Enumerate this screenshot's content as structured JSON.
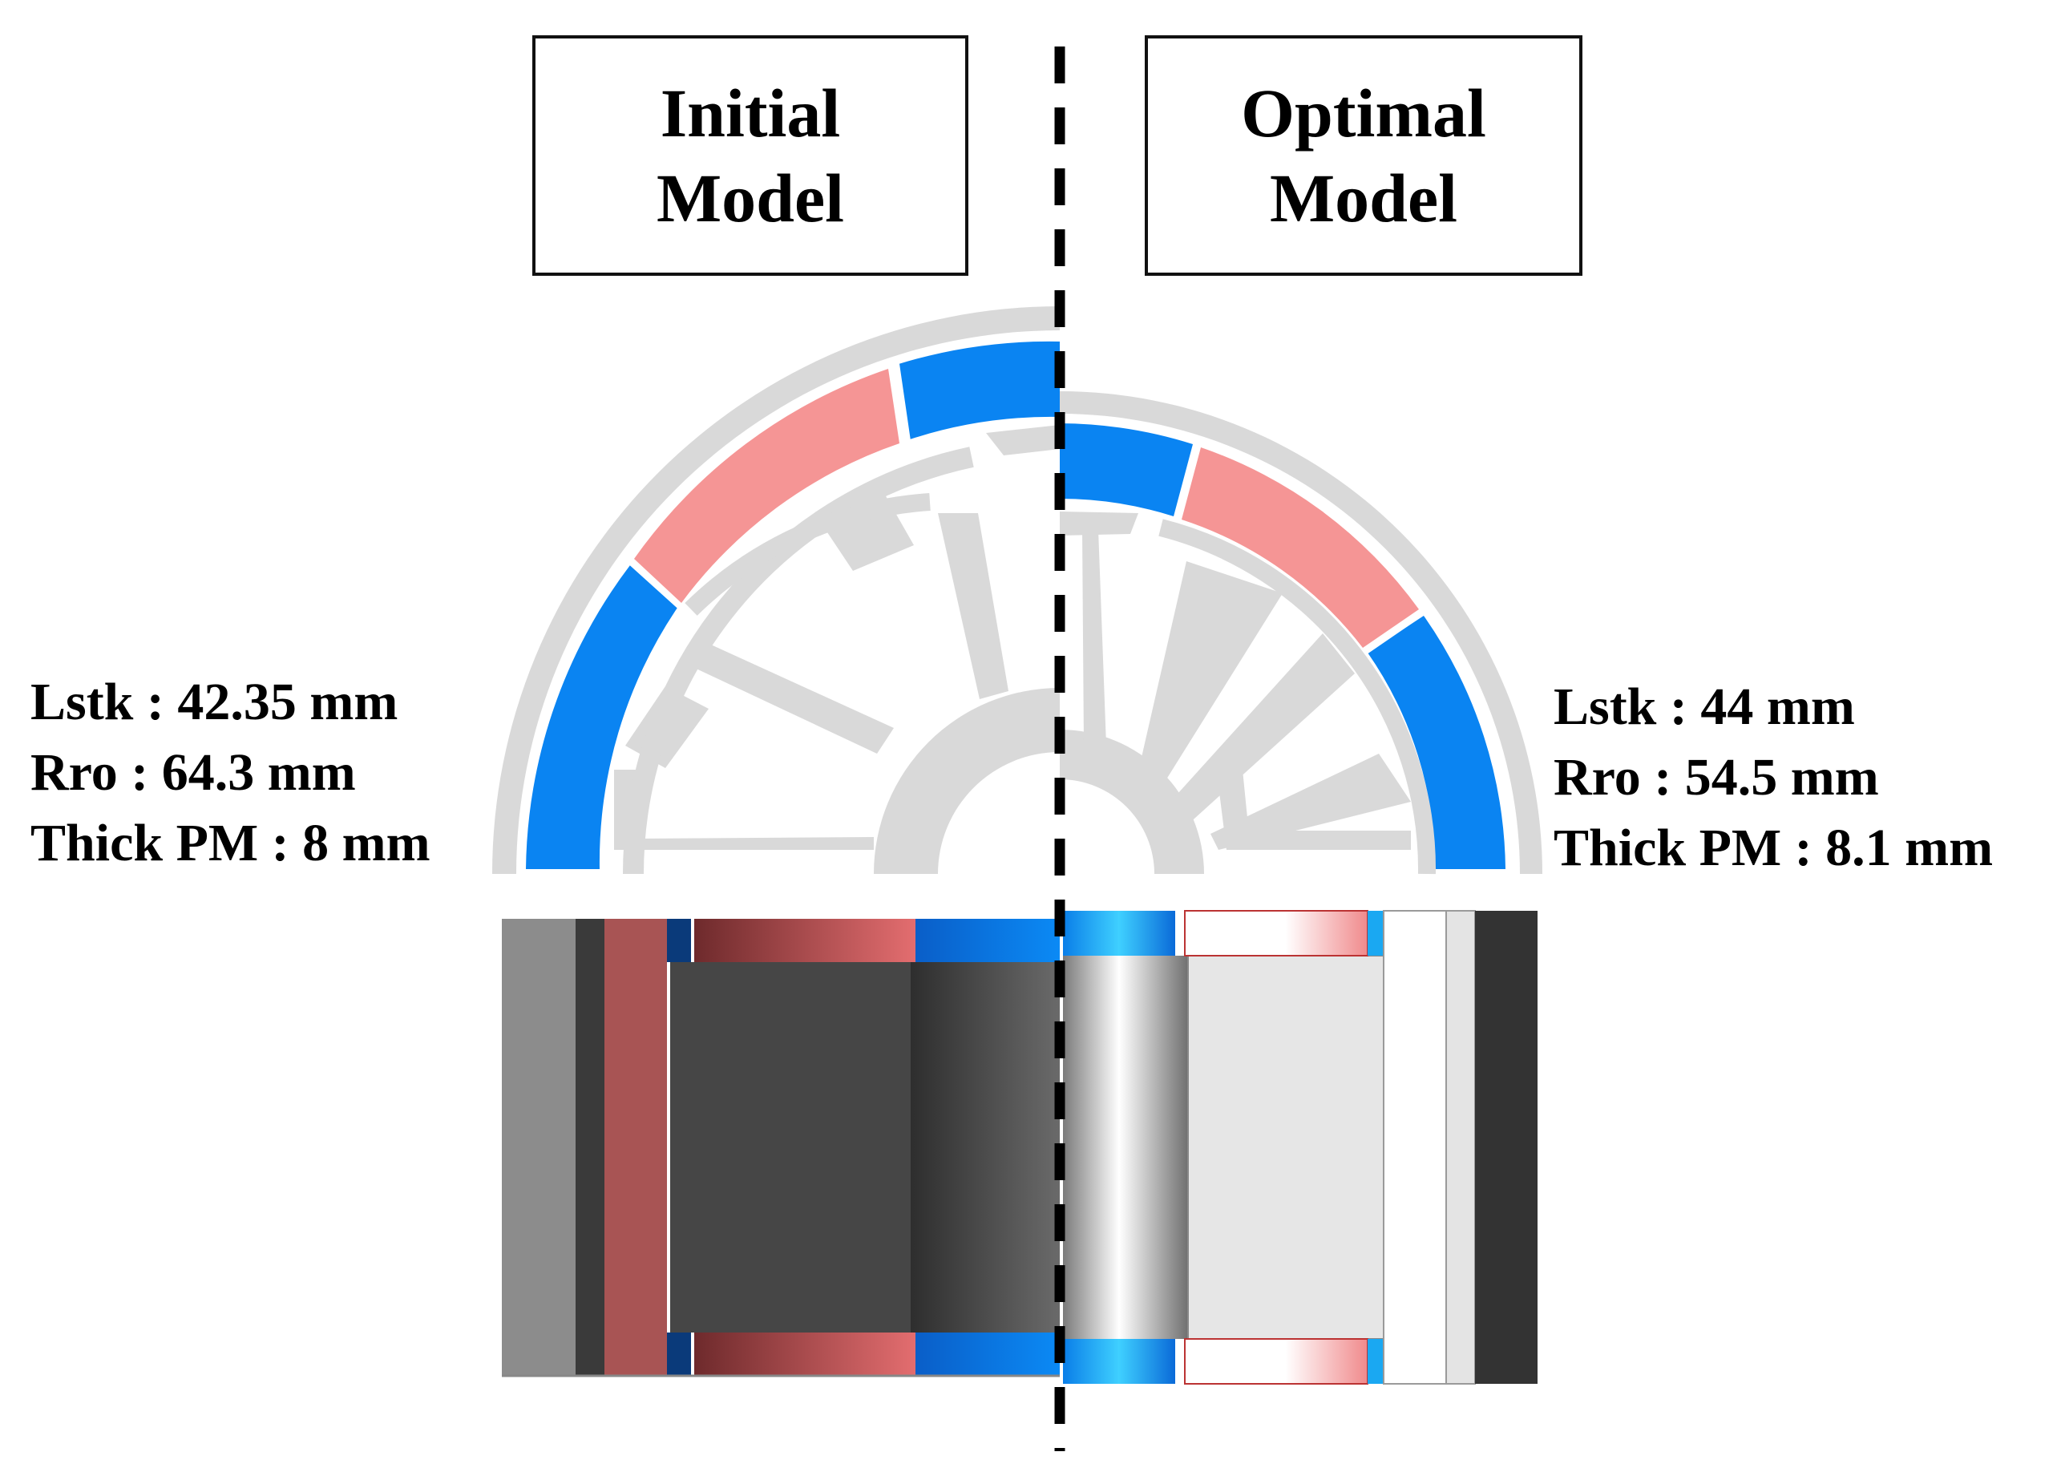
{
  "initial": {
    "title_line1": "Initial",
    "title_line2": "Model",
    "lstk": "Lstk : 42.35 mm",
    "rro": "Rro : 64.3 mm",
    "thick_pm": "Thick PM : 8 mm"
  },
  "optimal": {
    "title_line1": "Optimal",
    "title_line2": "Model",
    "lstk": "Lstk : 44 mm",
    "rro": "Rro : 54.5 mm",
    "thick_pm": "Thick PM : 8.1 mm"
  },
  "colors": {
    "core": "#d9d9d9",
    "magnet_blue": "#0a84f2",
    "magnet_red": "#f59595",
    "divider": "#000000"
  }
}
